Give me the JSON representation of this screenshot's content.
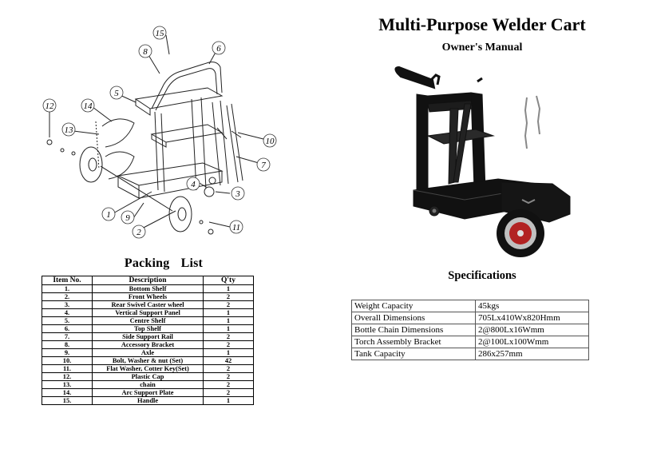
{
  "header": {
    "title": "Multi-Purpose Welder Cart",
    "subtitle": "Owner's Manual"
  },
  "diagram": {
    "callouts": [
      "1",
      "2",
      "3",
      "4",
      "5",
      "6",
      "7",
      "8",
      "9",
      "10",
      "11",
      "12",
      "13",
      "14",
      "15"
    ]
  },
  "packing_list": {
    "heading": "Packing List",
    "columns": [
      "Item No.",
      "Description",
      "Q'ty"
    ],
    "rows": [
      {
        "no": "1.",
        "desc": "Bottom Shelf",
        "qty": "1"
      },
      {
        "no": "2.",
        "desc": "Front Wheels",
        "qty": "2"
      },
      {
        "no": "3.",
        "desc": "Rear Swivel Caster wheel",
        "qty": "2"
      },
      {
        "no": "4.",
        "desc": "Vertical Support Panel",
        "qty": "1"
      },
      {
        "no": "5.",
        "desc": "Centre Shelf",
        "qty": "1"
      },
      {
        "no": "6.",
        "desc": "Top Shelf",
        "qty": "1"
      },
      {
        "no": "7.",
        "desc": "Side Support Rail",
        "qty": "2"
      },
      {
        "no": "8.",
        "desc": "Accessory Bracket",
        "qty": "2"
      },
      {
        "no": "9.",
        "desc": "Axle",
        "qty": "1"
      },
      {
        "no": "10.",
        "desc": "Bolt, Washer & nut (Set)",
        "qty": "42"
      },
      {
        "no": "11.",
        "desc": "Flat Washer, Cotter Key(Set)",
        "qty": "2"
      },
      {
        "no": "12.",
        "desc": "Plastic Cap",
        "qty": "2"
      },
      {
        "no": "13.",
        "desc": "chain",
        "qty": "2"
      },
      {
        "no": "14.",
        "desc": "Arc Support Plate",
        "qty": "2"
      },
      {
        "no": "15.",
        "desc": "Handle",
        "qty": "1"
      }
    ]
  },
  "specifications": {
    "heading": "Specifications",
    "rows": [
      {
        "label": "Weight Capacity",
        "value": "45kgs"
      },
      {
        "label": "Overall Dimensions",
        "value": "705Lx410Wx820Hmm"
      },
      {
        "label": "Bottle Chain Dimensions",
        "value": "2@800Lx16Wmm"
      },
      {
        "label": "Torch Assembly Bracket",
        "value": "2@100Lx100Wmm"
      },
      {
        "label": "Tank Capacity",
        "value": "286x257mm"
      }
    ]
  }
}
